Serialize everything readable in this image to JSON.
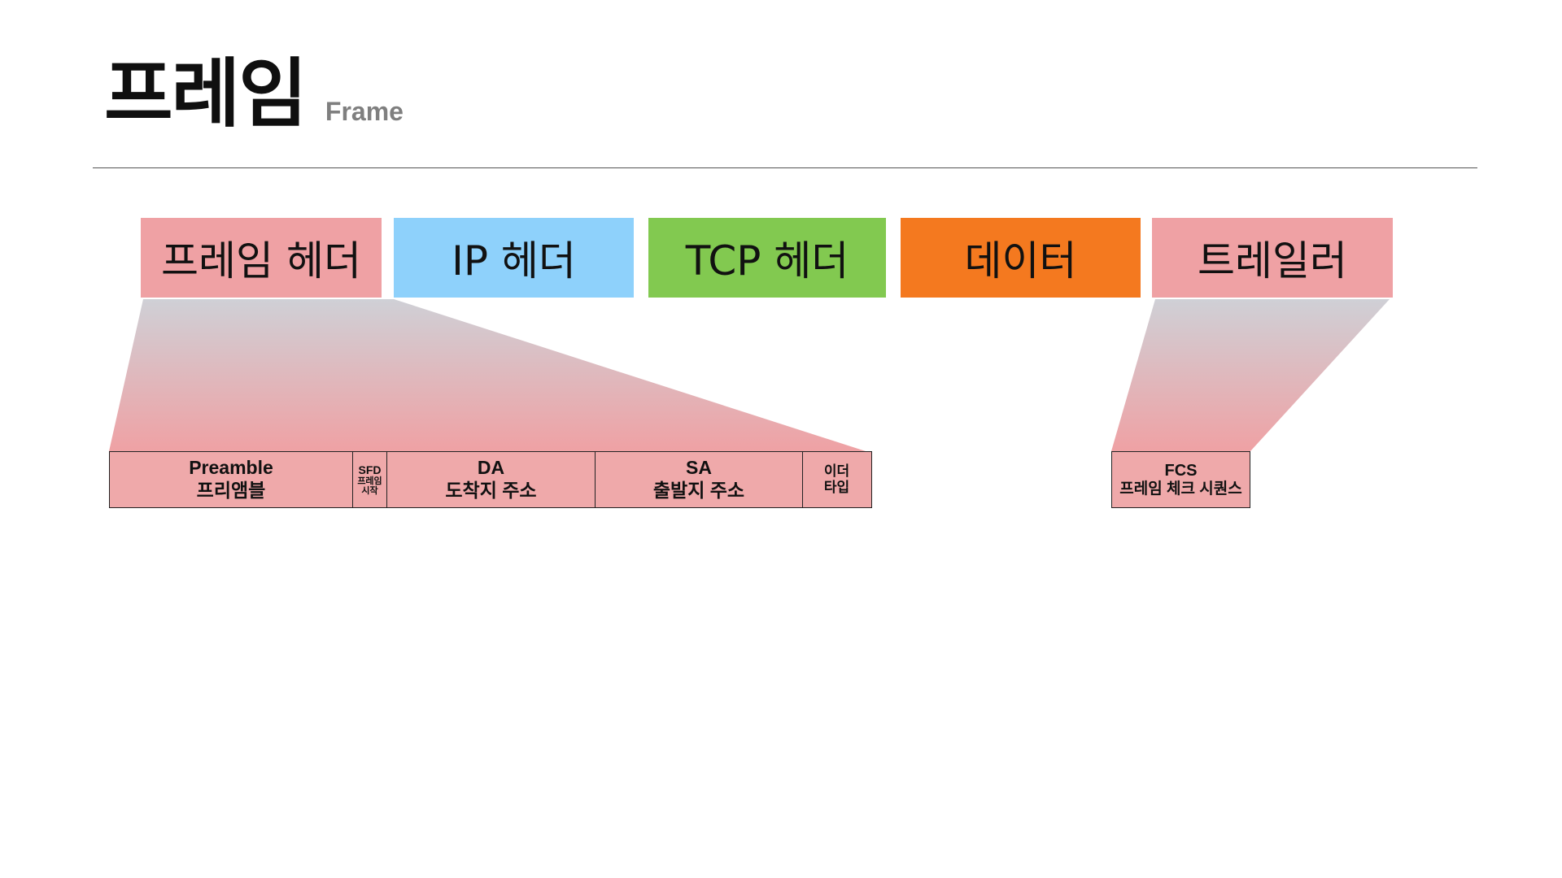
{
  "title": {
    "main": "프레임",
    "sub": "Frame"
  },
  "segments": [
    {
      "label": "프레임 헤더",
      "color": "#efa1a4"
    },
    {
      "label": "IP 헤더",
      "color": "#8ed1fb"
    },
    {
      "label": "TCP 헤더",
      "color": "#82c950"
    },
    {
      "label": "데이터",
      "color": "#f4791f"
    },
    {
      "label": "트레일러",
      "color": "#efa1a4"
    }
  ],
  "header_fields": [
    {
      "name": "Preamble",
      "desc": "프리앰블"
    },
    {
      "name": "SFD",
      "desc": "프레임\n시작"
    },
    {
      "name": "DA",
      "desc": "도착지 주소"
    },
    {
      "name": "SA",
      "desc": "출발지 주소"
    },
    {
      "name": "이더",
      "desc": "타입"
    }
  ],
  "trailer_fields": [
    {
      "name": "FCS",
      "desc": "프레임 체크 시퀀스"
    }
  ],
  "colors": {
    "zoom_top": "#cfd0d6",
    "zoom_bottom": "#efa1a4",
    "field_fill": "#efa9aa"
  }
}
